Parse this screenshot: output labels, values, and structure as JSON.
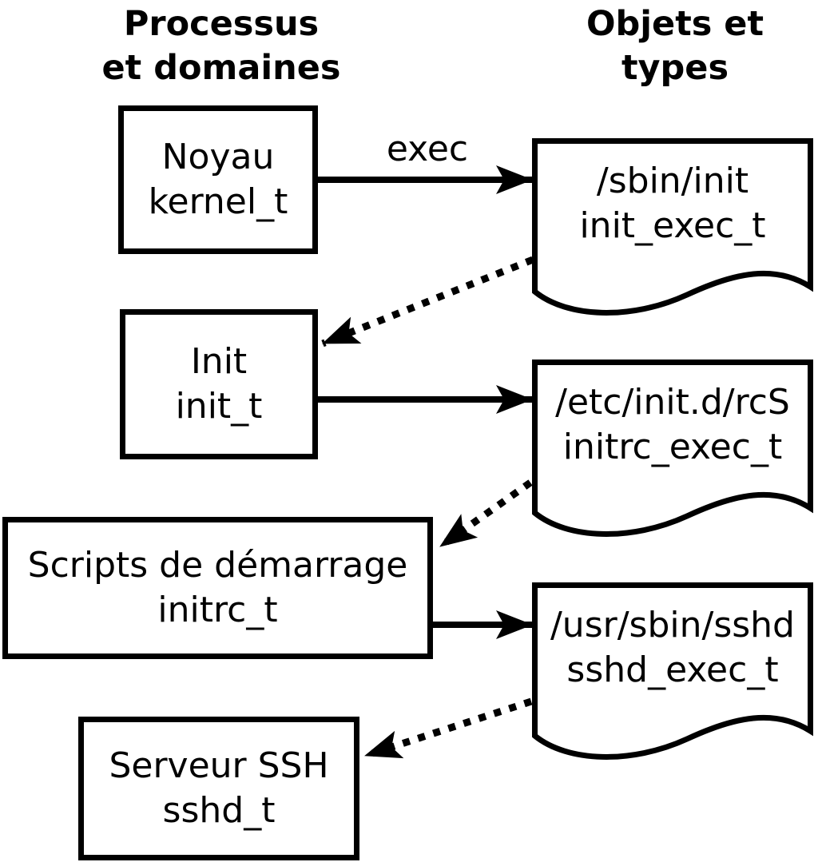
{
  "colors": {
    "foreground": "#000000",
    "background": "#ffffff"
  },
  "headers": {
    "left": {
      "line1": "Processus",
      "line2": "et domaines"
    },
    "right": {
      "line1": "Objets et",
      "line2": "types"
    }
  },
  "edge_label": "exec",
  "process_boxes": [
    {
      "name": "Noyau",
      "domain": "kernel_t"
    },
    {
      "name": "Init",
      "domain": "init_t"
    },
    {
      "name": "Scripts de démarrage",
      "domain": "initrc_t"
    },
    {
      "name": "Serveur SSH",
      "domain": "sshd_t"
    }
  ],
  "object_docs": [
    {
      "path": "/sbin/init",
      "type": "init_exec_t"
    },
    {
      "path": "/etc/init.d/rcS",
      "type": "initrc_exec_t"
    },
    {
      "path": "/usr/sbin/sshd",
      "type": "sshd_exec_t"
    }
  ]
}
